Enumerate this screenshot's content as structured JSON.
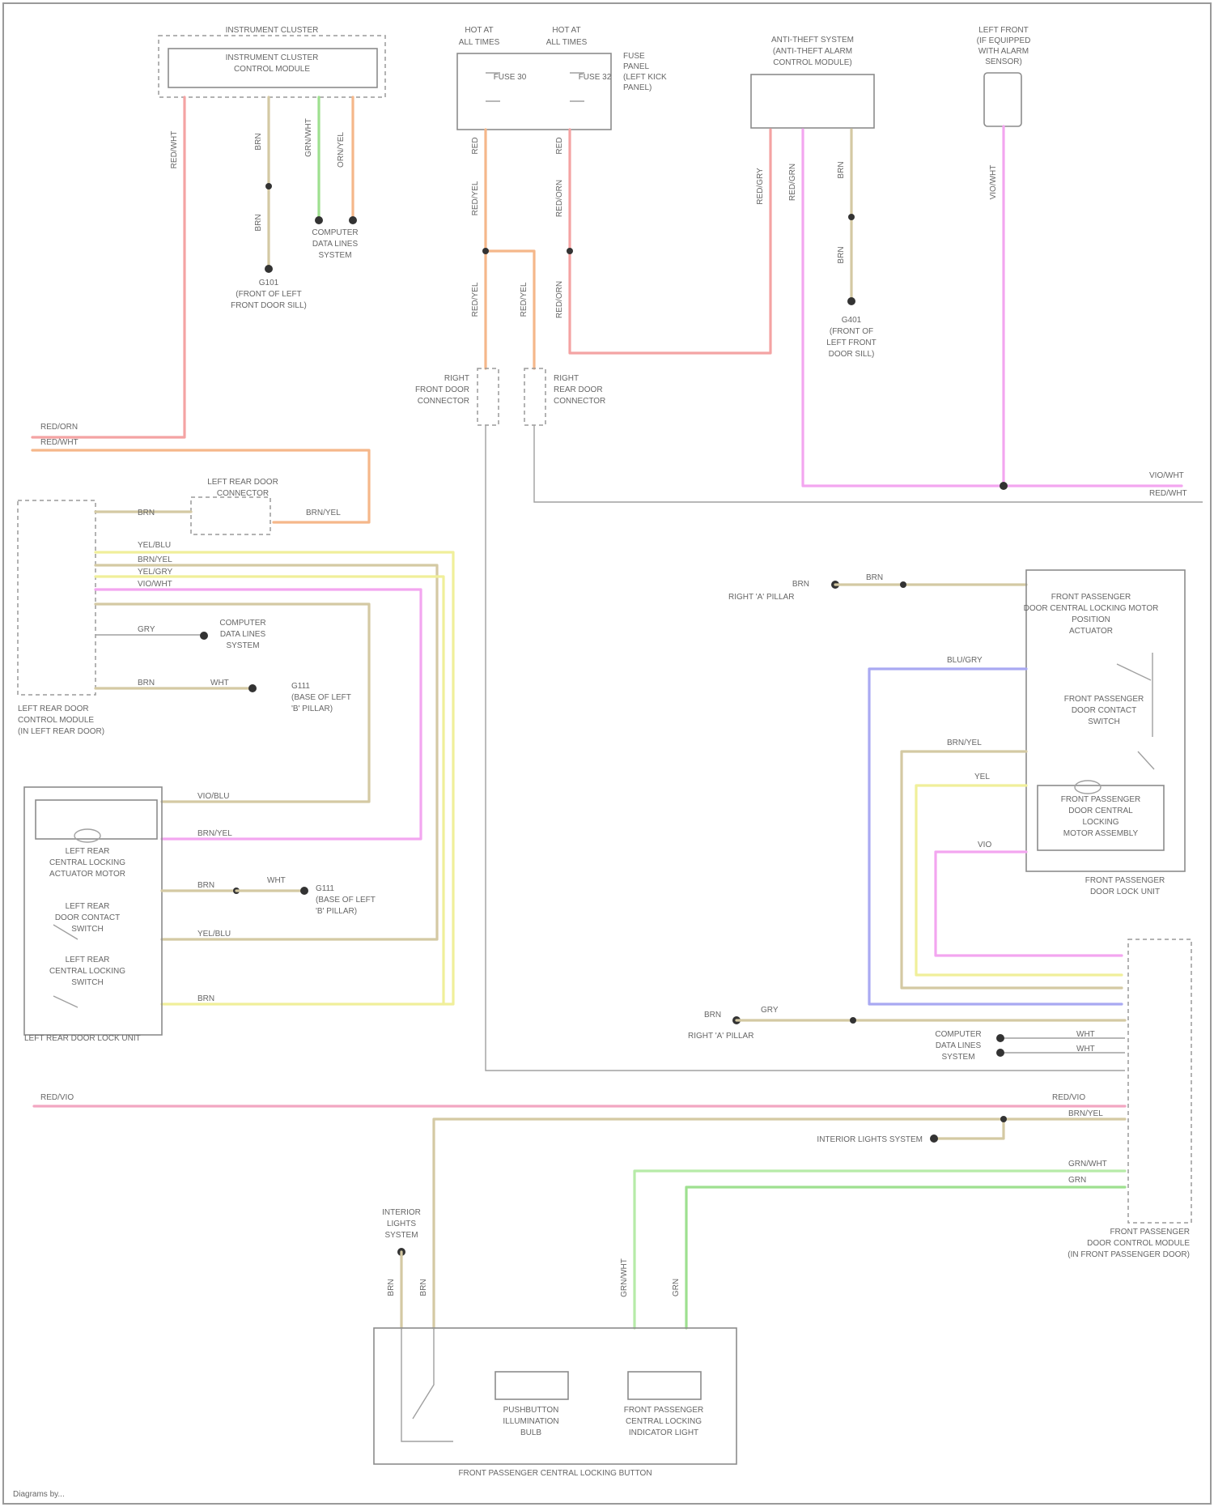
{
  "labels": {
    "top_ic": [
      "INSTRUMENT CLUSTER",
      "INSTRUMENT CLUSTER",
      "CONTROL MODULE"
    ],
    "fuse_left": [
      "HOT AT",
      "ALL TIMES"
    ],
    "fuse_right": [
      "HOT AT",
      "ALL TIMES"
    ],
    "fuse_box_note": [
      "FUSE",
      "PANEL",
      "(LEFT KICK",
      "PANEL)"
    ],
    "fuse_a": "FUSE 30",
    "fuse_b": "FUSE 32",
    "antitheft": [
      "ANTI-THEFT SYSTEM",
      "(ANTI-THEFT ALARM",
      "CONTROL MODULE)"
    ],
    "left_front_speaker": [
      "LEFT FRONT",
      "(IF EQUIPPED",
      "WITH ALARM",
      "SENSOR)"
    ],
    "ground_left": [
      "G101",
      "(FRONT OF LEFT",
      "FRONT DOOR SILL)"
    ],
    "ground_right": [
      "G401",
      "(FRONT OF",
      "LEFT FRONT",
      "DOOR SILL)"
    ],
    "comm_left": [
      "COMPUTER",
      "DATA LINES",
      "SYSTEM"
    ],
    "conn_left": [
      "RIGHT",
      "FRONT DOOR",
      "CONNECTOR"
    ],
    "conn_right": [
      "RIGHT",
      "REAR DOOR",
      "CONNECTOR"
    ],
    "rear_connector": [
      "LEFT REAR DOOR",
      "CONNECTOR"
    ],
    "left_module": [
      "LEFT REAR DOOR",
      "CONTROL MODULE",
      "(IN LEFT REAR DOOR)"
    ],
    "left_comm": [
      "COMPUTER",
      "DATA LINES",
      "SYSTEM"
    ],
    "left_ground": [
      "G111",
      "(BASE OF LEFT",
      "'B' PILLAR)"
    ],
    "left_ground2": [
      "G111",
      "(BASE OF LEFT",
      "'B' PILLAR)"
    ],
    "left_actuator": [
      "LEFT REAR",
      "CENTRAL LOCKING",
      "ACTUATOR MOTOR"
    ],
    "left_switch1": [
      "LEFT REAR",
      "DOOR CONTACT",
      "SWITCH"
    ],
    "left_switch2": [
      "LEFT REAR",
      "CENTRAL LOCKING",
      "SWITCH"
    ],
    "left_door_unit": "LEFT REAR DOOR LOCK UNIT",
    "right_ground_top": "RIGHT 'A' PILLAR",
    "right_actuator": [
      "FRONT PASSENGER",
      "DOOR CENTRAL LOCKING MOTOR",
      "POSITION",
      "ACTUATOR"
    ],
    "right_switch": [
      "FRONT PASSENGER",
      "DOOR CONTACT",
      "SWITCH"
    ],
    "right_motor": [
      "FRONT PASSENGER",
      "DOOR CENTRAL",
      "LOCKING",
      "MOTOR ASSEMBLY"
    ],
    "right_lock_unit": [
      "FRONT PASSENGER",
      "DOOR LOCK UNIT"
    ],
    "right_ground_mid": "RIGHT 'A' PILLAR",
    "right_comm": [
      "COMPUTER",
      "DATA LINES",
      "SYSTEM"
    ],
    "interior_light": "INTERIOR LIGHTS SYSTEM",
    "right_module": [
      "FRONT PASSENGER",
      "DOOR CONTROL MODULE",
      "(IN FRONT PASSENGER DOOR)"
    ],
    "bottom_ground": [
      "INTERIOR",
      "LIGHTS",
      "SYSTEM"
    ],
    "bottom_pb1": [
      "PUSHBUTTON",
      "ILLUMINATION",
      "BULB"
    ],
    "bottom_pb2": [
      "FRONT PASSENGER",
      "CENTRAL LOCKING",
      "INDICATOR LIGHT"
    ],
    "bottom_switch": "FRONT PASSENGER CENTRAL LOCKING BUTTON",
    "credit": "Diagrams by..."
  },
  "wire_codes": {
    "c1": "RED/WHT",
    "c2": "BRN",
    "c3": "BRN",
    "c4": "GRN/WHT",
    "c5": "ORN/YEL",
    "c6": "RED",
    "c7": "RED/YEL",
    "c8": "RED/YEL",
    "c9": "RED/YEL",
    "c10": "RED",
    "c11": "RED/ORN",
    "c12": "RED/ORN",
    "c13": "RED/GRY",
    "c14": "RED/GRN",
    "c15": "BRN",
    "c16": "BRN",
    "c17": "VIO/WHT",
    "c18": "RED/ORN",
    "c19": "RED/WHT",
    "c20": "BRN",
    "c21": "YEL/BLU",
    "c22": "BRN/YEL",
    "c23": "YEL/GRY",
    "c24": "VIO/WHT",
    "c25": "GRY",
    "c26": "BRN",
    "c27": "WHT",
    "c28": "BRN/YEL",
    "c29": "VIO/BLU",
    "c30": "BRN/YEL",
    "c31": "YEL/BLU",
    "c32": "BRN",
    "c33": "WHT",
    "c34": "BRN",
    "c35": "BRN",
    "c36": "BRN",
    "c37": "BLU/GRY",
    "c38": "BRN/YEL",
    "c39": "YEL",
    "c40": "VIO",
    "c41": "BRN",
    "c42": "GRY",
    "c43": "WHT",
    "c44": "WHT",
    "c45": "RED/VIO",
    "c46": "BRN/YEL",
    "c47": "GRN/WHT",
    "c48": "GRN",
    "c49": "BRN",
    "c50": "BRN",
    "c51": "GRN/WHT",
    "c52": "GRN",
    "c53": "RED/VIO",
    "c54": "RED/WHT",
    "c55": "VIO/WHT"
  },
  "colors": {
    "red": "#f4a3a3",
    "orange": "#f5b78a",
    "green": "#9ee08f",
    "tan": "#d4c9a3",
    "violet": "#f3a6f0",
    "pink": "#f2a6c2",
    "yellow": "#f0ef9a",
    "blue": "#a9a9f2",
    "ltgreen": "#b6eba8",
    "grey": "#cfcfcf"
  }
}
